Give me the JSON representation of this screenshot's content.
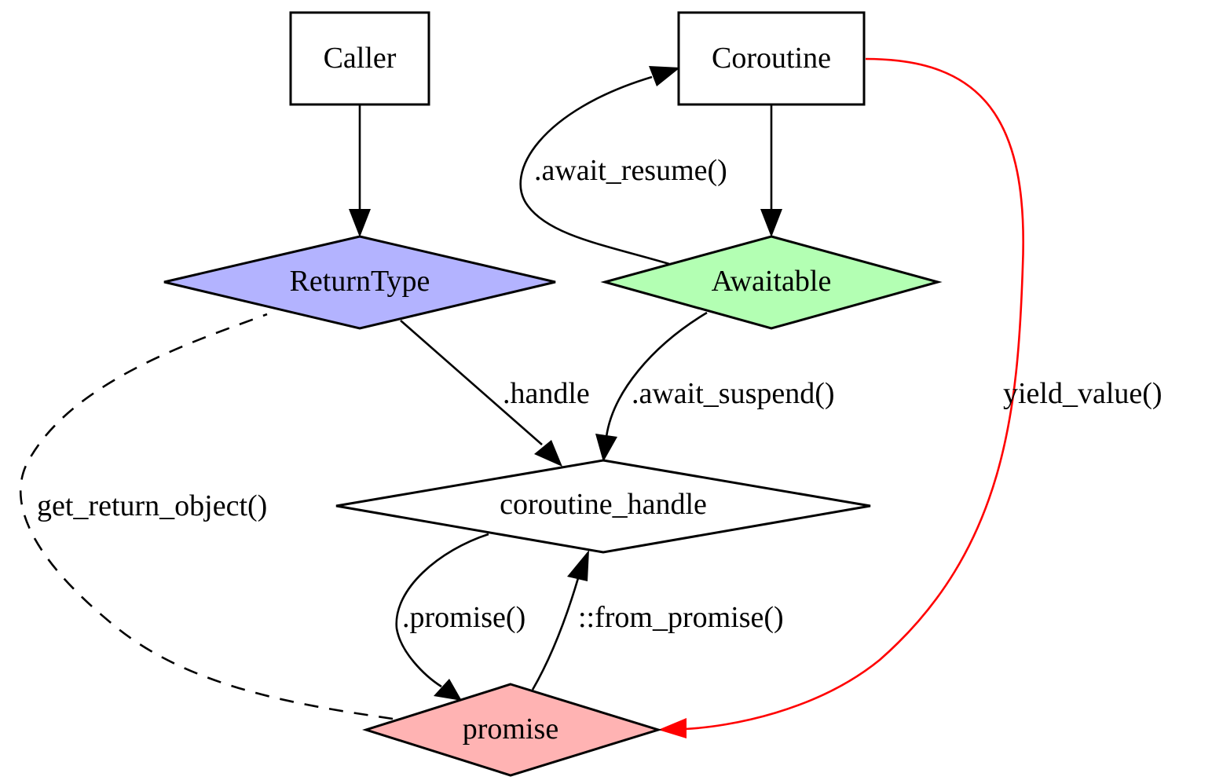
{
  "diagram": {
    "type": "directed-graph",
    "nodes": [
      {
        "id": "caller",
        "label": "Caller",
        "shape": "box",
        "fill": "#ffffff"
      },
      {
        "id": "coroutine",
        "label": "Coroutine",
        "shape": "box",
        "fill": "#ffffff"
      },
      {
        "id": "returntype",
        "label": "ReturnType",
        "shape": "diamond",
        "fill": "#b3b3ff"
      },
      {
        "id": "awaitable",
        "label": "Awaitable",
        "shape": "diamond",
        "fill": "#b3ffb3"
      },
      {
        "id": "coroutine_handle",
        "label": "coroutine_handle",
        "shape": "diamond",
        "fill": "#ffffff"
      },
      {
        "id": "promise",
        "label": "promise",
        "shape": "diamond",
        "fill": "#ffb3b3"
      }
    ],
    "edges": [
      {
        "id": "caller-returntype",
        "from": "caller",
        "to": "returntype",
        "label": "",
        "style": "solid",
        "color": "#000000"
      },
      {
        "id": "coroutine-awaitable",
        "from": "coroutine",
        "to": "awaitable",
        "label": "",
        "style": "solid",
        "color": "#000000"
      },
      {
        "id": "awaitable-coroutine",
        "from": "awaitable",
        "to": "coroutine",
        "label": ".await_resume()",
        "style": "solid",
        "color": "#000000"
      },
      {
        "id": "returntype-handle",
        "from": "returntype",
        "to": "coroutine_handle",
        "label": ".handle",
        "style": "solid",
        "color": "#000000"
      },
      {
        "id": "awaitable-handle",
        "from": "awaitable",
        "to": "coroutine_handle",
        "label": ".await_suspend()",
        "style": "solid",
        "color": "#000000"
      },
      {
        "id": "promise-returntype",
        "from": "promise",
        "to": "returntype",
        "label": "get_return_object()",
        "style": "dashed",
        "color": "#000000"
      },
      {
        "id": "handle-promise",
        "from": "coroutine_handle",
        "to": "promise",
        "label": ".promise()",
        "style": "solid",
        "color": "#000000"
      },
      {
        "id": "promise-handle",
        "from": "promise",
        "to": "coroutine_handle",
        "label": "::from_promise()",
        "style": "solid",
        "color": "#000000"
      },
      {
        "id": "coroutine-promise",
        "from": "coroutine",
        "to": "promise",
        "label": "yield_value()",
        "style": "solid",
        "color": "#ff0000"
      }
    ]
  }
}
